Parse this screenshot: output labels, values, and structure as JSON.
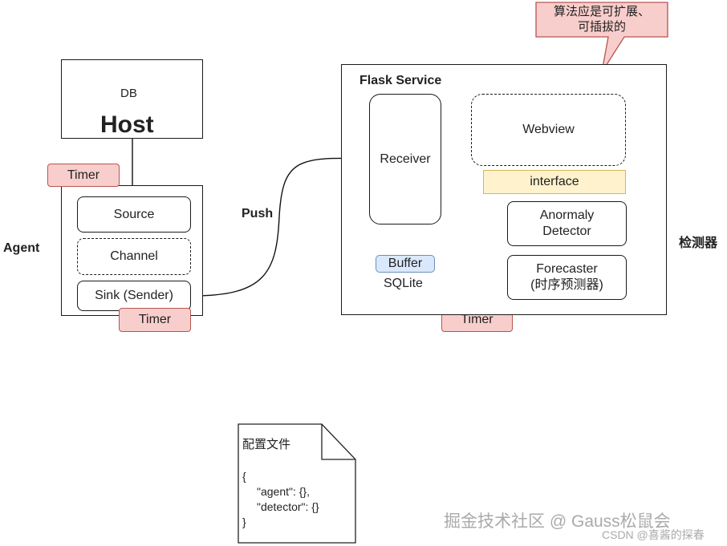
{
  "host": {
    "title": "Host",
    "db_label": "DB"
  },
  "agent": {
    "label": "Agent",
    "source": "Source",
    "channel": "Channel",
    "sink": "Sink (Sender)"
  },
  "timers": {
    "agent_top": "Timer",
    "agent_bottom": "Timer",
    "service_bottom": "Timer"
  },
  "push_label": "Push",
  "service": {
    "title": "Flask Service",
    "receiver": "Receiver",
    "webview": "Webview",
    "interface": "interface",
    "anomaly_line1": "Anormaly",
    "anomaly_line2": "Detector",
    "forecaster_line1": "Forecaster",
    "forecaster_line2": "(时序预测器)",
    "buffer": "Buffer",
    "sqlite": "SQLite"
  },
  "detector_label": "检测器",
  "callout": {
    "line1": "算法应是可扩展、",
    "line2": "可插拔的"
  },
  "config_doc": {
    "title": "配置文件",
    "lines": [
      "{",
      "\"agent\": {},",
      "\"detector\": {}",
      "}"
    ]
  },
  "watermark": {
    "main": "掘金技术社区 @ Gauss松鼠会",
    "sub": "CSDN @喜酱的探春"
  },
  "colors": {
    "timer_fill": "#f8cecc",
    "interface_fill": "#fff2cc",
    "buffer_fill": "#dae8fc",
    "warning": "#1ba1e2"
  }
}
